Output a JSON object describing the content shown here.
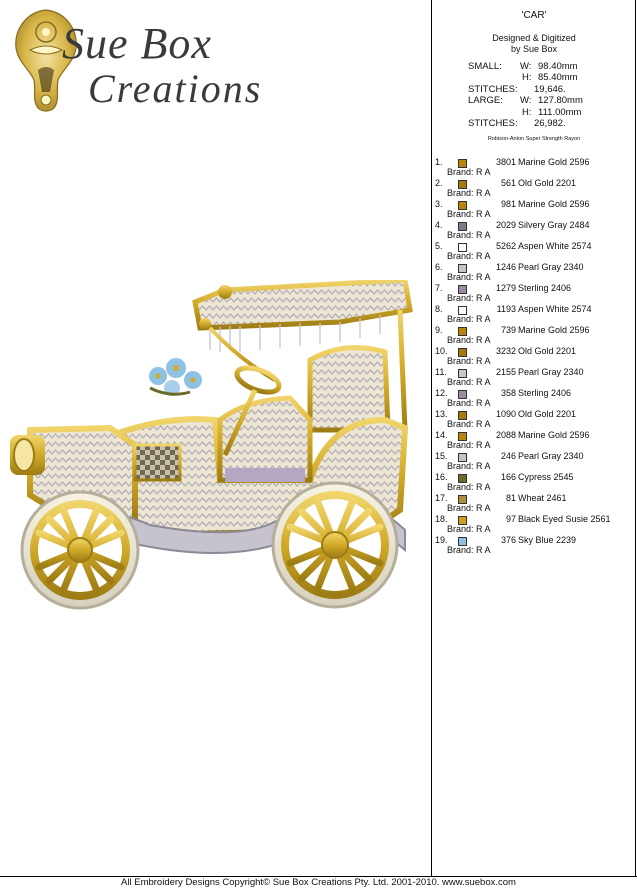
{
  "logo": {
    "line1": "Sue Box",
    "line2": "Creations"
  },
  "design": {
    "title": "'CAR'",
    "designed_line1": "Designed & Digitized",
    "designed_line2": "by Sue Box",
    "small_label": "SMALL:",
    "small_w_label": "W:",
    "small_w": "98.40mm",
    "small_h_label": "H:",
    "small_h": "85.40mm",
    "small_stitches_label": "STITCHES:",
    "small_stitches": "19,646.",
    "large_label": "LARGE:",
    "large_w_label": "W:",
    "large_w": "127.80mm",
    "large_h_label": "H:",
    "large_h": "111.00mm",
    "large_stitches_label": "STITCHES:",
    "large_stitches": "26,982.",
    "thread_brand": "Robison-Anton Super Strength Rayon"
  },
  "colors": [
    {
      "num": "1.",
      "stitches": "3801",
      "name": "Marine Gold 2596",
      "brand": "Brand: R A",
      "swatch": "#b8860b"
    },
    {
      "num": "2.",
      "stitches": "561",
      "name": "Old Gold 2201",
      "brand": "Brand: R A",
      "swatch": "#a07d0a"
    },
    {
      "num": "3.",
      "stitches": "981",
      "name": "Marine Gold 2596",
      "brand": "Brand: R A",
      "swatch": "#b8860b"
    },
    {
      "num": "4.",
      "stitches": "2029",
      "name": "Silvery Gray 2484",
      "brand": "Brand: R A",
      "swatch": "#7d7d88"
    },
    {
      "num": "5.",
      "stitches": "5262",
      "name": "Aspen White 2574",
      "brand": "Brand: R A",
      "swatch": "#fbfbf5"
    },
    {
      "num": "6.",
      "stitches": "1246",
      "name": "Pearl Gray 2340",
      "brand": "Brand: R A",
      "swatch": "#c9c4c4"
    },
    {
      "num": "7.",
      "stitches": "1279",
      "name": "Sterling 2406",
      "brand": "Brand: R A",
      "swatch": "#9a8aa6"
    },
    {
      "num": "8.",
      "stitches": "1193",
      "name": "Aspen White 2574",
      "brand": "Brand: R A",
      "swatch": "#fbfbf5"
    },
    {
      "num": "9.",
      "stitches": "739",
      "name": "Marine Gold 2596",
      "brand": "Brand: R A",
      "swatch": "#b8860b"
    },
    {
      "num": "10.",
      "stitches": "3232",
      "name": "Old Gold 2201",
      "brand": "Brand: R A",
      "swatch": "#a07d0a"
    },
    {
      "num": "11.",
      "stitches": "2155",
      "name": "Pearl Gray 2340",
      "brand": "Brand: R A",
      "swatch": "#c9c4c4"
    },
    {
      "num": "12.",
      "stitches": "358",
      "name": "Sterling 2406",
      "brand": "Brand: R A",
      "swatch": "#9a8aa6"
    },
    {
      "num": "13.",
      "stitches": "1090",
      "name": "Old Gold 2201",
      "brand": "Brand: R A",
      "swatch": "#a07d0a"
    },
    {
      "num": "14.",
      "stitches": "2088",
      "name": "Marine Gold 2596",
      "brand": "Brand: R A",
      "swatch": "#b8860b"
    },
    {
      "num": "15.",
      "stitches": "246",
      "name": "Pearl Gray 2340",
      "brand": "Brand: R A",
      "swatch": "#c9c4c4"
    },
    {
      "num": "16.",
      "stitches": "166",
      "name": "Cypress 2545",
      "brand": "Brand: R A",
      "swatch": "#6b6b2a"
    },
    {
      "num": "17.",
      "stitches": "81",
      "name": "Wheat 2461",
      "brand": "Brand: R A",
      "swatch": "#b08f3a"
    },
    {
      "num": "18.",
      "stitches": "97",
      "name": "Black Eyed Susie 2561",
      "brand": "Brand: R A",
      "swatch": "#c9a020"
    },
    {
      "num": "19.",
      "stitches": "376",
      "name": "Sky Blue 2239",
      "brand": "Brand: R A",
      "swatch": "#8fc1e3"
    }
  ],
  "footer": "All Embroidery Designs Copyright© Sue Box Creations Pty. Ltd. 2001-2010. www.suebox.com"
}
